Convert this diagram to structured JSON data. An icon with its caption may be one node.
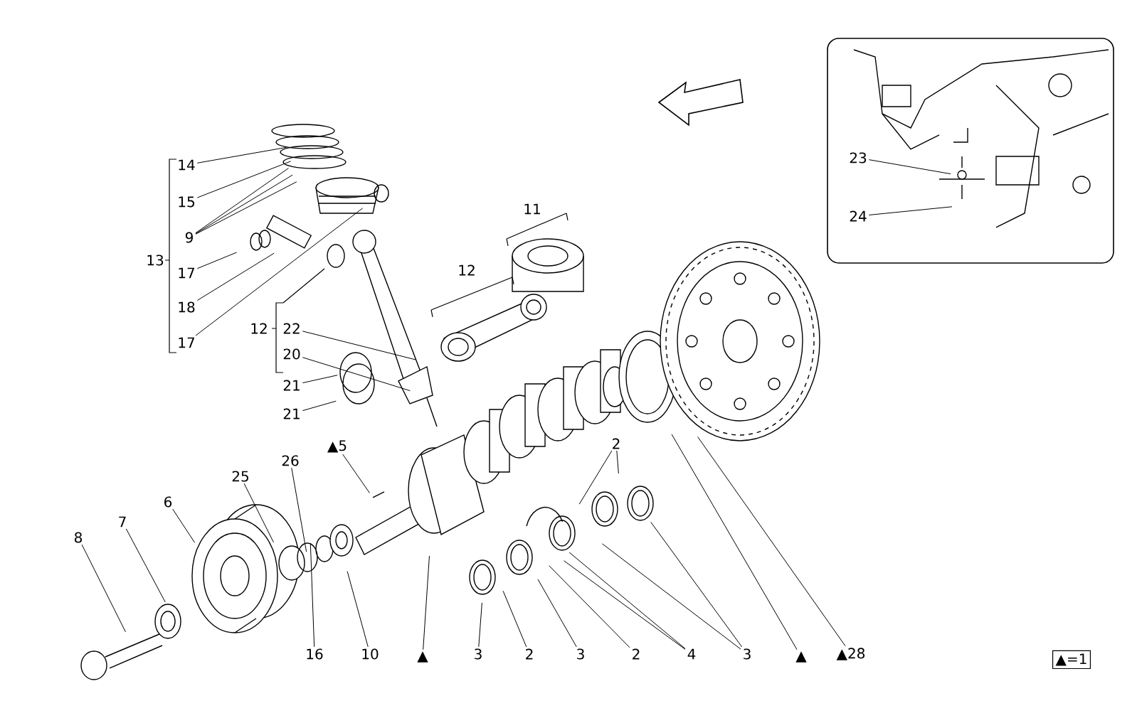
{
  "diagram": {
    "nodes": [
      {
        "text": [
          "14"
        ]
      },
      {
        "text": [
          "15"
        ]
      },
      {
        "text": [
          "9"
        ]
      },
      {
        "text": [
          "17"
        ]
      },
      {
        "text": [
          "18"
        ]
      },
      {
        "text": [
          "17"
        ]
      },
      {
        "text": [
          "22"
        ]
      },
      {
        "text": [
          "20"
        ]
      },
      {
        "text": [
          "21"
        ]
      },
      {
        "text": [
          "21"
        ]
      },
      {
        "text": [
          "▲5"
        ]
      },
      {
        "text": [
          "26"
        ]
      },
      {
        "text": [
          "25"
        ]
      },
      {
        "text": [
          "6"
        ]
      },
      {
        "text": [
          "7"
        ]
      },
      {
        "text": [
          "8"
        ]
      },
      {
        "text": [
          "16"
        ]
      },
      {
        "text": [
          "10"
        ]
      },
      {
        "text": [
          "▲"
        ]
      },
      {
        "text": [
          "3"
        ]
      },
      {
        "text": [
          "2"
        ]
      },
      {
        "text": [
          "3"
        ]
      },
      {
        "text": [
          "2"
        ]
      },
      {
        "text": [
          "4"
        ]
      },
      {
        "text": [
          "3"
        ]
      },
      {
        "text": [
          "▲"
        ]
      },
      {
        "text": [
          "▲28"
        ]
      },
      {
        "text": [
          "2"
        ]
      },
      {
        "text": [],
        "shape": "box"
      },
      {
        "text": [
          "23"
        ],
        "in": 28
      },
      {
        "text": [
          "24"
        ],
        "in": 28
      },
      {
        "text": [
          "▲=1"
        ]
      }
    ],
    "edges": [
      {
        "from": 0,
        "to": null,
        "arrow": "none"
      },
      {
        "from": 1,
        "to": null,
        "arrow": "none"
      },
      {
        "from": 2,
        "to": null,
        "arrow": "none"
      },
      {
        "from": 2,
        "to": null,
        "arrow": "none"
      },
      {
        "from": 2,
        "to": null,
        "arrow": "none"
      },
      {
        "from": 3,
        "to": null,
        "arrow": "none"
      },
      {
        "from": 4,
        "to": null,
        "arrow": "none"
      },
      {
        "from": 5,
        "to": null,
        "arrow": "none"
      },
      {
        "from": 6,
        "to": null,
        "arrow": "none"
      },
      {
        "from": 7,
        "to": null,
        "arrow": "none"
      },
      {
        "from": 8,
        "to": null,
        "arrow": "none"
      },
      {
        "from": 9,
        "to": null,
        "arrow": "none"
      },
      {
        "from": 10,
        "to": null,
        "arrow": "none"
      },
      {
        "from": 11,
        "to": null,
        "arrow": "none"
      },
      {
        "from": 12,
        "to": null,
        "arrow": "none"
      },
      {
        "from": 13,
        "to": null,
        "arrow": "none"
      },
      {
        "from": 14,
        "to": null,
        "arrow": "none"
      },
      {
        "from": 15,
        "to": null,
        "arrow": "none"
      },
      {
        "from": 16,
        "to": null,
        "arrow": "none"
      },
      {
        "from": 17,
        "to": null,
        "arrow": "none"
      },
      {
        "from": 18,
        "to": null,
        "arrow": "none"
      },
      {
        "from": 19,
        "to": null,
        "arrow": "none"
      },
      {
        "from": 20,
        "to": null,
        "arrow": "none"
      },
      {
        "from": 21,
        "to": null,
        "arrow": "none"
      },
      {
        "from": 22,
        "to": null,
        "arrow": "none"
      },
      {
        "from": 23,
        "to": null,
        "arrow": "none"
      },
      {
        "from": 23,
        "to": null,
        "arrow": "none"
      },
      {
        "from": 24,
        "to": null,
        "arrow": "none"
      },
      {
        "from": 24,
        "to": null,
        "arrow": "none"
      },
      {
        "from": 25,
        "to": null,
        "arrow": "none"
      },
      {
        "from": 26,
        "to": null,
        "arrow": "none"
      },
      {
        "from": 27,
        "to": null,
        "arrow": "none"
      },
      {
        "from": 27,
        "to": null,
        "arrow": "none"
      },
      {
        "from": 29,
        "to": null,
        "arrow": "none"
      },
      {
        "from": 30,
        "to": null,
        "arrow": "none"
      }
    ],
    "labels": [
      "11",
      "12",
      "13",
      "12"
    ]
  }
}
